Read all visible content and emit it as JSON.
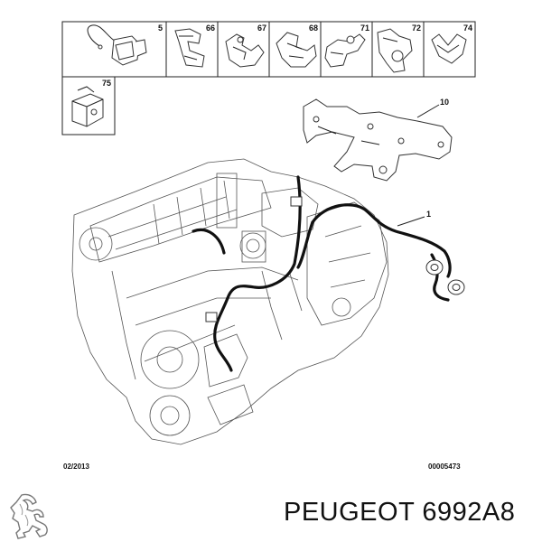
{
  "parts_grid": {
    "row1": [
      {
        "number": "5",
        "icon": "connector-icon"
      },
      {
        "number": "66",
        "icon": "clip-icon"
      },
      {
        "number": "67",
        "icon": "clip-icon"
      },
      {
        "number": "68",
        "icon": "clip-icon"
      },
      {
        "number": "71",
        "icon": "clip-icon"
      },
      {
        "number": "72",
        "icon": "clip-icon"
      },
      {
        "number": "74",
        "icon": "clip-icon"
      }
    ],
    "row2": [
      {
        "number": "75",
        "icon": "bracket-clip-icon"
      }
    ]
  },
  "callouts": {
    "bracket": "10",
    "harness": "1"
  },
  "footer": {
    "date": "02/2013",
    "ref": "00005473"
  },
  "brand": {
    "text": "PEUGEOT 6992A8",
    "logo_icon": "peugeot-lion-logo-icon"
  }
}
